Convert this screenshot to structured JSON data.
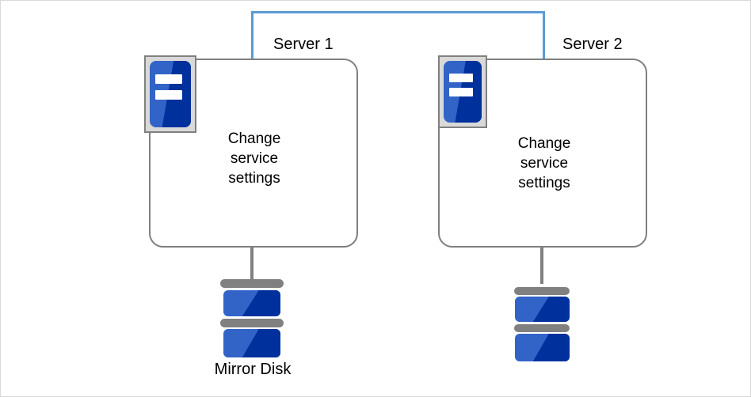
{
  "diagram": {
    "type": "cluster-mirror-disk-diagram",
    "background_color": "#ffffff",
    "border_color": "#d9d9d9",
    "link_color": "#5b9bd5",
    "box_border_color": "#7f7f7f",
    "icon_blue_light": "#3264c8",
    "icon_blue_dark": "#00309c",
    "icon_frame_gray": "#d9d9d9",
    "connector_gray": "#808080"
  },
  "servers": [
    {
      "id": "server-1",
      "label": "Server 1",
      "icon": "server-icon",
      "caption_lines": [
        "Change",
        "service",
        "settings"
      ]
    },
    {
      "id": "server-2",
      "label": "Server 2",
      "icon": "server-icon",
      "caption_lines": [
        "Change",
        "service",
        "settings"
      ]
    }
  ],
  "disks": [
    {
      "id": "disk-1",
      "label": "Mirror Disk",
      "icon": "disk-stack-icon",
      "platters": 2
    },
    {
      "id": "disk-2",
      "label": "",
      "icon": "disk-stack-icon",
      "platters": 2
    }
  ],
  "link": {
    "id": "server-interconnect",
    "style": "bracket",
    "label": ""
  }
}
